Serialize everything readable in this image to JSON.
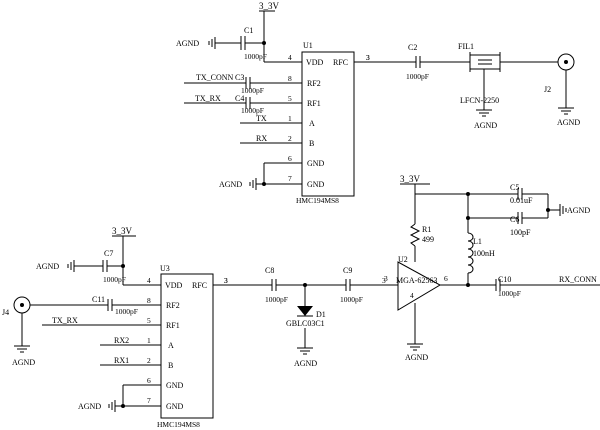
{
  "colors": {
    "ink": "#000000",
    "background": "#ffffff"
  },
  "texts": {
    "vcc_top": "3_3V",
    "u1_ref": "U1",
    "u1_part": "HMC194MS8",
    "u1_vdd": "VDD",
    "u1_rfc": "RFC",
    "u1_rf2": "RF2",
    "u1_rf1": "RF1",
    "u1_a": "A",
    "u1_b": "B",
    "u1_gnd1": "GND",
    "u1_gnd2": "GND",
    "u1_pin4": "4",
    "u1_pin8": "8",
    "u1_pin5": "5",
    "u1_pin1": "1",
    "u1_pin2": "2",
    "u1_pin6": "6",
    "u1_pin7": "7",
    "u1_pin3": "3",
    "c1_ref": "C1",
    "c1_val": "1000pF",
    "agnd_c1": "AGND",
    "tx_conn": "TX_CONN",
    "c3_ref": "C3",
    "c3_val": "1000pF",
    "tx_rx_top": "TX_RX",
    "c4_ref": "C4",
    "c4_val": "1000pF",
    "tx_net": "TX",
    "rx_net": "RX",
    "agnd_u1": "AGND",
    "c2_ref": "C2",
    "c2_val": "1000pF",
    "net3_top": "3",
    "fil1_ref": "FIL1",
    "fil1_part": "LFCN-2250",
    "agnd_fil": "AGND",
    "j2_ref": "J2",
    "agnd_j2": "AGND",
    "vcc_amp": "3_3V",
    "c5_ref": "C5",
    "c5_val": "0.01uF",
    "c6_ref": "C6",
    "c6_val": "100pF",
    "agnd_c5": "AGND",
    "r1_ref": "R1",
    "r1_val": "499",
    "l1_ref": "L1",
    "l1_val": "100nH",
    "u2_ref": "U2",
    "u2_part": "MGA-62563",
    "u2_pin3": "3",
    "u2_pin6": "6",
    "u2_pin4": "4",
    "agnd_u2": "AGND",
    "c10_ref": "C10",
    "c10_val": "1000pF",
    "rx_conn": "RX_CONN",
    "vcc_bot": "3_3V",
    "c7_ref": "C7",
    "c7_val": "1000pF",
    "agnd_c7": "AGND",
    "u3_ref": "U3",
    "u3_part": "HMC194MS8",
    "u3_vdd": "VDD",
    "u3_rfc": "RFC",
    "u3_rf2": "RF2",
    "u3_rf1": "RF1",
    "u3_a": "A",
    "u3_b": "B",
    "u3_gnd1": "GND",
    "u3_gnd2": "GND",
    "u3_pin4": "4",
    "u3_pin8": "8",
    "u3_pin5": "5",
    "u3_pin1": "1",
    "u3_pin2": "2",
    "u3_pin6": "6",
    "u3_pin7": "7",
    "u3_pin3": "3",
    "j4_ref": "J4",
    "agnd_j4": "AGND",
    "c11_ref": "C11",
    "c11_val": "1000pF",
    "tx_rx_bot": "TX_RX",
    "rx2_net": "RX2",
    "rx1_net": "RX1",
    "agnd_u3": "AGND",
    "c8_ref": "C8",
    "c8_val": "1000pF",
    "net3_bot": "3",
    "d1_ref": "D1",
    "d1_part": "GBLC03C1",
    "agnd_d1": "AGND",
    "c9_ref": "C9",
    "c9_val": "1000pF",
    "net3_c9": "3"
  }
}
